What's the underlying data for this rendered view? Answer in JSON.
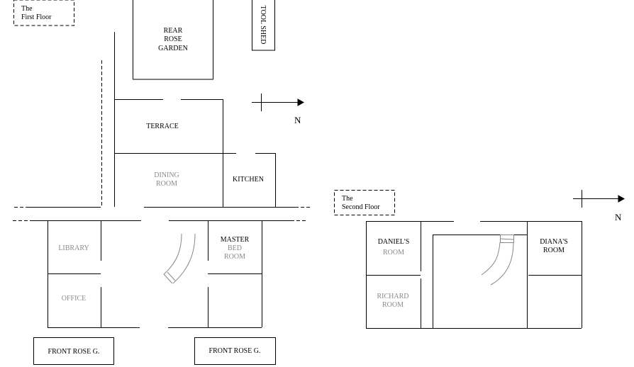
{
  "first_floor": {
    "label_line1": "The",
    "label_line2": "First Floor",
    "rear_rose_garden": [
      "REAR",
      "ROSE",
      "GARDEN"
    ],
    "tool_shed": "TOOL SHED",
    "compass_north": "N",
    "terrace": "TERRACE",
    "dining_room": [
      "DINING",
      "ROOM"
    ],
    "kitchen": "KITCHEN",
    "library": "LIBRARY",
    "office": "OFFICE",
    "master_bed_room": [
      "MASTER",
      "BED",
      "ROOM"
    ],
    "front_rose_left": "FRONT ROSE G.",
    "front_rose_right": "FRONT ROSE G."
  },
  "second_floor": {
    "label_line1": "The",
    "label_line2": "Second Floor",
    "compass_north": "N",
    "daniels_room": [
      "DANIEL'S",
      "ROOM"
    ],
    "richard_room": [
      "RICHARD",
      "ROOM"
    ],
    "dianas_room": [
      "DIANA'S",
      "ROOM"
    ]
  }
}
